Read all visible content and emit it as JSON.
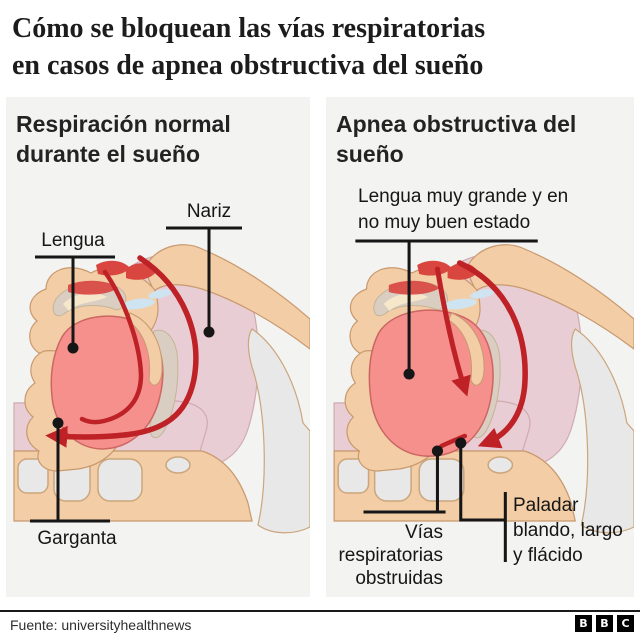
{
  "title": {
    "lines": [
      "Cómo se bloquean las vías respiratorias",
      "en casos de apnea obstructiva del sueño"
    ]
  },
  "panels": {
    "left": {
      "heading_lines": [
        "Respiración normal",
        "durante el sueño"
      ],
      "labels": {
        "nariz": "Nariz",
        "lengua": "Lengua",
        "garganta": "Garganta"
      }
    },
    "right": {
      "heading_lines": [
        "Apnea obstructiva del",
        "sueño"
      ],
      "labels": {
        "lengua_lines": [
          "Lengua muy grande y en",
          "no muy buen estado"
        ],
        "vias_lines": [
          "Vías",
          "respiratorias",
          "obstruidas"
        ],
        "paladar_lines": [
          "Paladar",
          "blando, largo",
          "y flácido"
        ]
      }
    }
  },
  "footer": {
    "source": "Fuente: universityhealthnews",
    "logo_letters": [
      "B",
      "B",
      "C"
    ]
  },
  "colors": {
    "arrow_red": "#be2227",
    "skin": "#f2cda5",
    "skin_outline": "#c9996e",
    "tongue": "#f5908d",
    "tongue_outline": "#cc6662",
    "cavity_pink": "#e9cdd4",
    "bone_gray": "#e8e8e8",
    "bone_outline": "#cba67c",
    "palate_beige": "#d9cec1",
    "accent_red": "#d9453f",
    "accent_blue": "#cfe4f1",
    "label_black": "#161616",
    "panel_bg": "#f3f3f2"
  }
}
